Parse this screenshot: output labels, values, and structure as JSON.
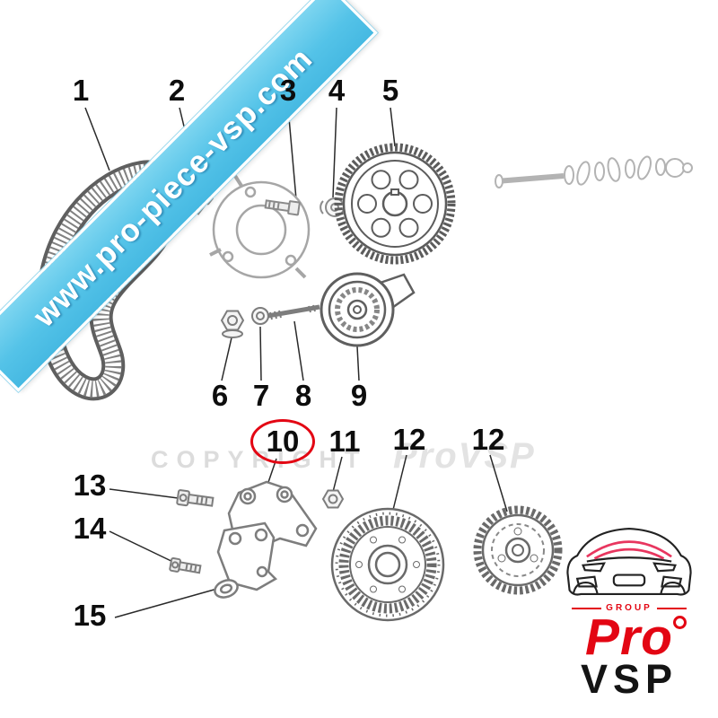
{
  "page": {
    "background": "#ffffff"
  },
  "ribbon": {
    "text": "www.pro-piece-vsp.com",
    "color": "#54c3e8"
  },
  "copyright_watermark": {
    "word": "COPYRIGHT",
    "brand": "ProVSP"
  },
  "diagram": {
    "highlighted_part": "10",
    "highlight_color": "#e30613",
    "parts": [
      {
        "id": "timing-belt",
        "number": "1"
      },
      {
        "id": "bolt",
        "number": "2"
      },
      {
        "id": "backing-plate",
        "number": "3"
      },
      {
        "id": "washer-spacer",
        "number": "4"
      },
      {
        "id": "camshaft-pulley",
        "number": "5"
      },
      {
        "id": "nut",
        "number": "6"
      },
      {
        "id": "washer",
        "number": "7"
      },
      {
        "id": "stud",
        "number": "8"
      },
      {
        "id": "tensioner-pulley",
        "number": "9"
      },
      {
        "id": "tensioner-bracket",
        "number": "10"
      },
      {
        "id": "nut",
        "number": "11"
      },
      {
        "id": "crankshaft-gear",
        "number": "12"
      },
      {
        "id": "pump-gear",
        "number": "12"
      },
      {
        "id": "bolt",
        "number": "13"
      },
      {
        "id": "bolt",
        "number": "14"
      },
      {
        "id": "support-bracket",
        "number": "15"
      }
    ]
  },
  "logo": {
    "group": "GROUP",
    "name_top": "Pro",
    "name_bottom": "VSP",
    "red": "#e30613"
  }
}
